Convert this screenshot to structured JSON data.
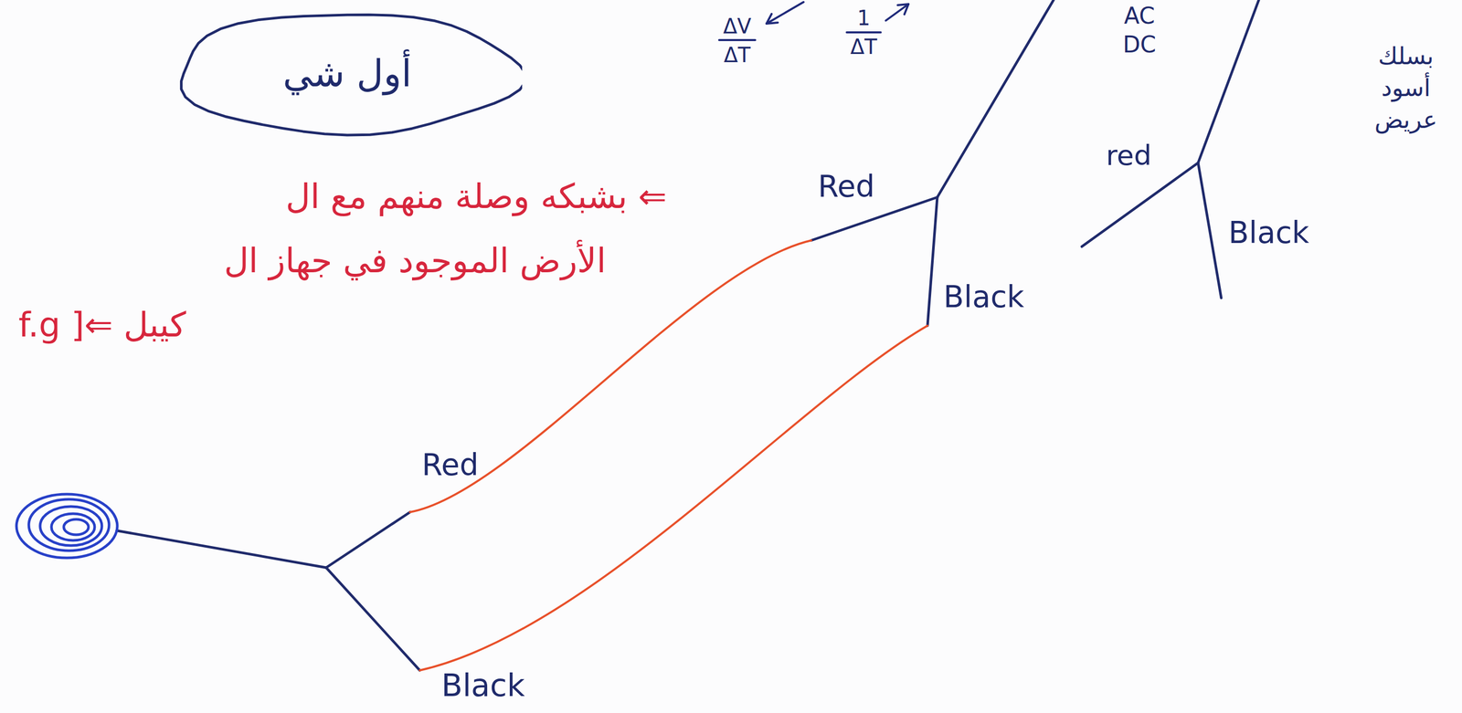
{
  "diagram": {
    "nodes": [
      {
        "text": [
          "أول شي"
        ]
      }
    ],
    "labels": [
      "ΔV",
      "ΔT",
      "1",
      "ΔT",
      "AC",
      "DC",
      "بسلك أسود عريض",
      "⇐ بشبكه وصلة منهم مع ال",
      "الأرض الموجود في جهاز ال",
      "f.g ]⇐ كيبل",
      "Red",
      "Black",
      "red",
      "Black",
      "Red",
      "Black"
    ]
  }
}
